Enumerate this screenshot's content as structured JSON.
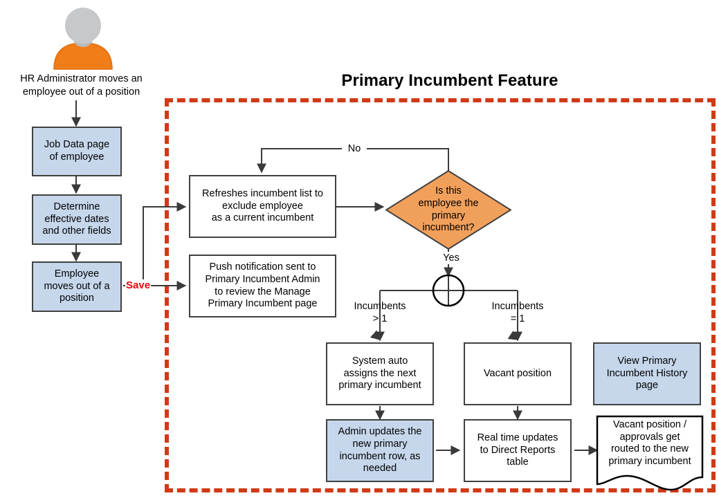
{
  "diagram": {
    "title": "Primary Incumbent Feature",
    "colors": {
      "node_fill_blue": "#c6d7ec",
      "node_fill_white": "#ffffff",
      "decision_fill_orange": "#f1a05c",
      "node_stroke": "#404040",
      "connector": "#3a3a3a",
      "dashed_region": "#d03a16",
      "save_label": "#e8000d",
      "actor_body": "#f07d18",
      "actor_head": "#c6c8ca"
    }
  },
  "actor": {
    "icon": "user-person-icon",
    "caption": "HR Administrator moves an\nemployee out of a position"
  },
  "nodes": {
    "job_data": {
      "label": "Job Data page\nof employee",
      "shape": "rect",
      "fill": "blue"
    },
    "determine_dates": {
      "label": "Determine\neffective dates\nand other fields",
      "shape": "rect",
      "fill": "blue"
    },
    "employee_moves_out": {
      "label": "Employee\nmoves out of a\nposition",
      "shape": "rect",
      "fill": "blue"
    },
    "refresh_list": {
      "label": "Refreshes incumbent list to\nexclude employee\nas a current incumbent",
      "shape": "rect",
      "fill": "white"
    },
    "push_notification": {
      "label": "Push notification sent to\nPrimary Incumbent Admin\nto review the Manage\nPrimary Incumbent page",
      "shape": "rect",
      "fill": "white"
    },
    "decision_primary": {
      "label": "Is this\nemployee the\nprimary\nincumbent?",
      "shape": "diamond",
      "fill": "orange"
    },
    "junction": {
      "label": "",
      "shape": "circle-cross"
    },
    "system_auto_assign": {
      "label": "System auto\nassigns the next\nprimary incumbent",
      "shape": "rect",
      "fill": "white"
    },
    "vacant_position": {
      "label": "Vacant position",
      "shape": "rect",
      "fill": "white"
    },
    "view_history": {
      "label": "View Primary\nIncumbent History\npage",
      "shape": "rect",
      "fill": "blue"
    },
    "admin_updates": {
      "label": "Admin updates the\nnew primary\nincumbent row, as\nneeded",
      "shape": "rect",
      "fill": "blue"
    },
    "real_time_updates": {
      "label": "Real time updates\nto Direct Reports\ntable",
      "shape": "rect",
      "fill": "white"
    },
    "routed_approvals": {
      "label": "Vacant position /\napprovals get\nrouted to the new\nprimary incumbent",
      "shape": "document",
      "fill": "white"
    }
  },
  "edge_labels": {
    "save": "Save",
    "no": "No",
    "yes": "Yes",
    "incumbents_gt1": "Incumbents\n> 1",
    "incumbents_eq1": "Incumbents\n= 1"
  }
}
